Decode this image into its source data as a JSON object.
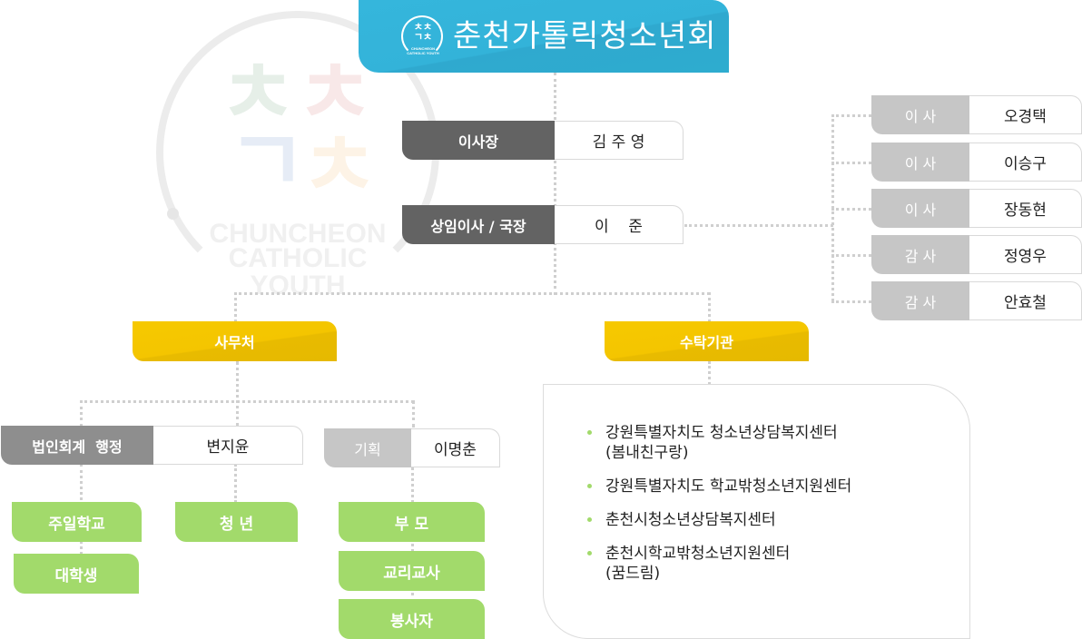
{
  "watermark": {
    "glyphs": [
      "ㅊ",
      "ㅊ",
      "ㄱ",
      "ㅊ"
    ],
    "line1": "CHUNCHEON",
    "line2": "CATHOLIC YOUTH"
  },
  "header": {
    "logo_glyphs": "ㅊㅊ ㄱㅊ",
    "logo_line1": "CHUNCHEON",
    "logo_line2": "CATHOLIC YOUTH",
    "title": "춘천가톨릭청소년회"
  },
  "leadership": [
    {
      "role": "이사장",
      "name": "김 주 영"
    },
    {
      "role": "상임이사 / 국장",
      "name": "이    준"
    }
  ],
  "board": [
    {
      "role": "이 사",
      "name": "오경택"
    },
    {
      "role": "이 사",
      "name": "이승구"
    },
    {
      "role": "이 사",
      "name": "장동현"
    },
    {
      "role": "감 사",
      "name": "정영우"
    },
    {
      "role": "감 사",
      "name": "안효철"
    }
  ],
  "secretariat": {
    "title": "사무처",
    "admin": {
      "role": "법인회계  행정",
      "name": "변지윤"
    },
    "planning": {
      "role": "기획",
      "name": "이명춘"
    },
    "groups_admin": [
      "주일학교",
      "대학생"
    ],
    "groups_youth": [
      "청 년"
    ],
    "groups_planning": [
      "부 모",
      "교리교사",
      "봉사자"
    ]
  },
  "agencies": {
    "title": "수탁기관",
    "items": [
      {
        "line1": "강원특별자치도 청소년상담복지센터",
        "line2": "(봄내친구랑)"
      },
      {
        "line1": "강원특별자치도 학교밖청소년지원센터",
        "line2": ""
      },
      {
        "line1": "춘천시청소년상담복지센터",
        "line2": ""
      },
      {
        "line1": "춘천시학교밖청소년지원센터",
        "line2": "(꿈드림)"
      }
    ]
  },
  "colors": {
    "header_blue": "#33b3d9",
    "section_yellow": "#f4c500",
    "group_green": "#a2da6b",
    "label_dark": "#636363",
    "label_mid": "#8e8e8e",
    "label_light": "#c6c6c6",
    "connector": "#cfcfcf"
  }
}
